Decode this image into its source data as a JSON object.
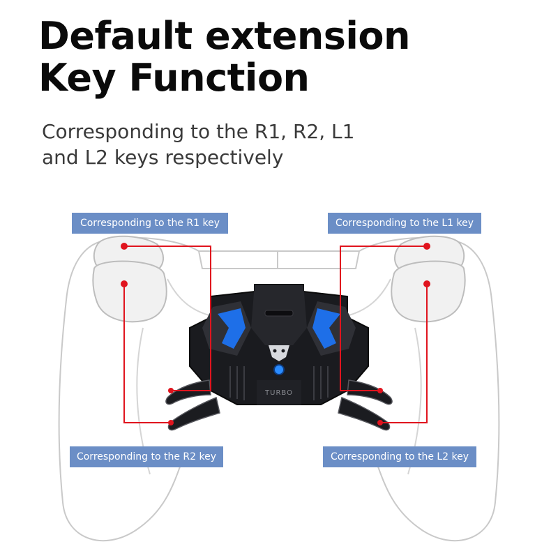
{
  "header": {
    "title_line1": "Default extension",
    "title_line2": "Key Function",
    "subtitle_line1": "Corresponding to the R1, R2, L1",
    "subtitle_line2": "and L2 keys respectively"
  },
  "callouts": {
    "r1": "Corresponding to the R1 key",
    "l1": "Corresponding to the L1 key",
    "r2": "Corresponding to the R2 key",
    "l2": "Corresponding to the L2 key"
  },
  "device": {
    "brand_text": "TURBO"
  },
  "colors": {
    "label_bg": "#6b8ec6",
    "leader_line": "#e0141e",
    "accent_blue": "#1e6fe8"
  }
}
